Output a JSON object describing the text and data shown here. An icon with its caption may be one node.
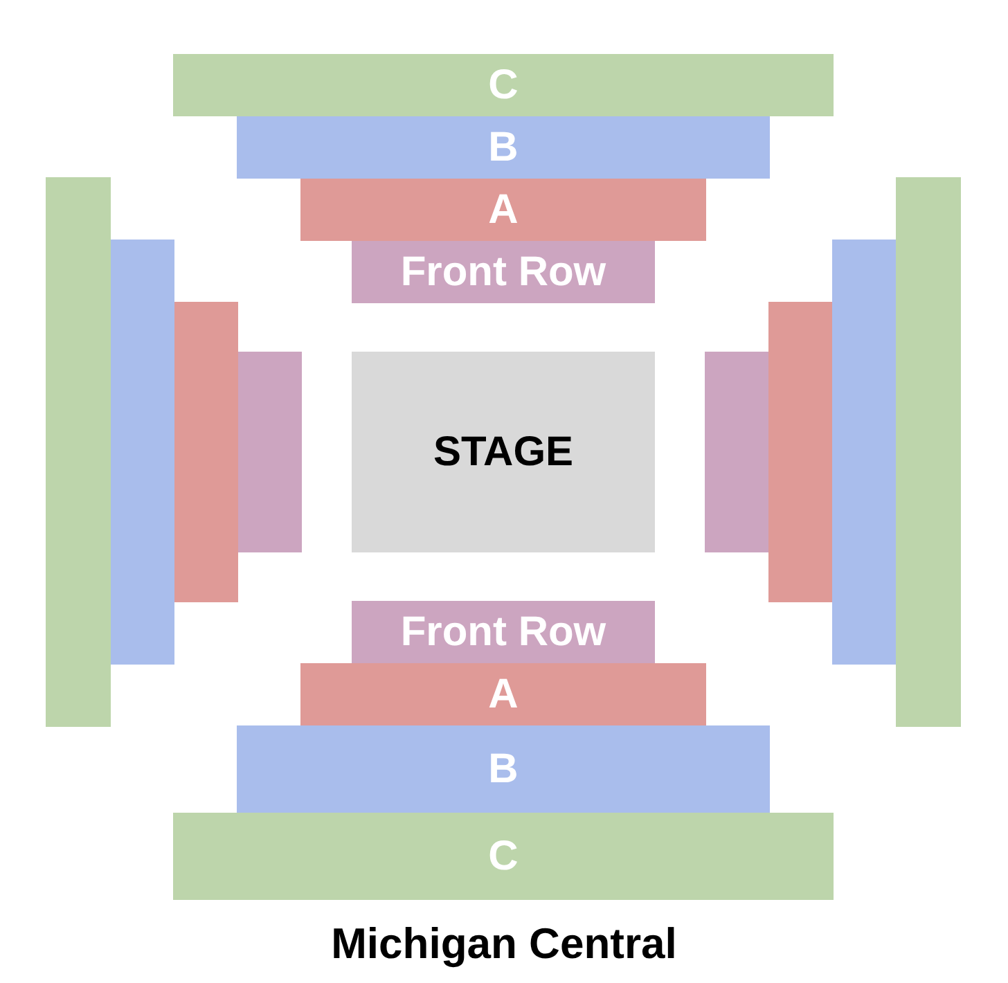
{
  "diagram": {
    "title": "Michigan Central",
    "nodes": [
      {
        "text": [
          "C"
        ]
      },
      {
        "text": [
          "B"
        ]
      },
      {
        "text": [
          "A"
        ]
      },
      {
        "text": [
          "Front Row"
        ]
      },
      {
        "text": [],
        "shape": "box"
      },
      {
        "text": [],
        "shape": "box"
      },
      {
        "text": [],
        "shape": "box"
      },
      {
        "text": [],
        "shape": "box"
      },
      {
        "text": [
          "STAGE"
        ]
      },
      {
        "text": [],
        "shape": "box"
      },
      {
        "text": [],
        "shape": "box"
      },
      {
        "text": [],
        "shape": "box"
      },
      {
        "text": [],
        "shape": "box"
      },
      {
        "text": [
          "Front Row"
        ]
      },
      {
        "text": [
          "A"
        ]
      },
      {
        "text": [
          "B"
        ]
      },
      {
        "text": [
          "C"
        ]
      }
    ]
  }
}
